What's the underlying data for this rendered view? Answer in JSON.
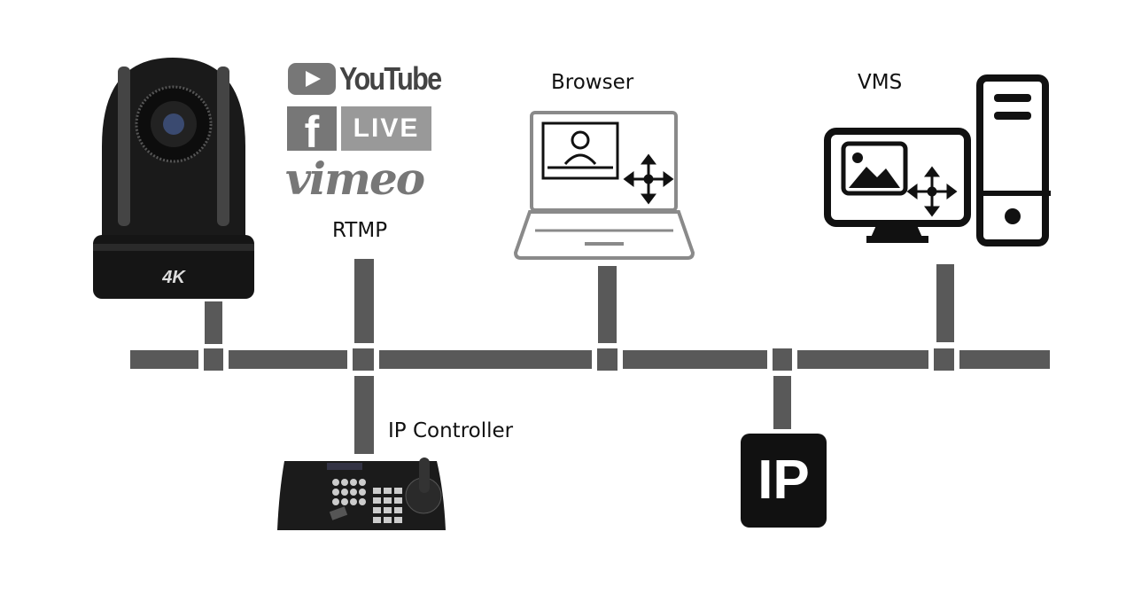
{
  "labels": {
    "rtmp": "RTMP",
    "browser": "Browser",
    "vms": "VMS",
    "ip_controller": "IP Controller"
  },
  "logos": {
    "youtube": "YouTube",
    "facebook_live": "LIVE",
    "vimeo": "vimeo",
    "camera_badge": "4K",
    "ip_badge": "IP"
  },
  "colors": {
    "line": "#595959",
    "logo_gray": "#777777",
    "icon_gray": "#8a8a8a",
    "black": "#111111"
  }
}
